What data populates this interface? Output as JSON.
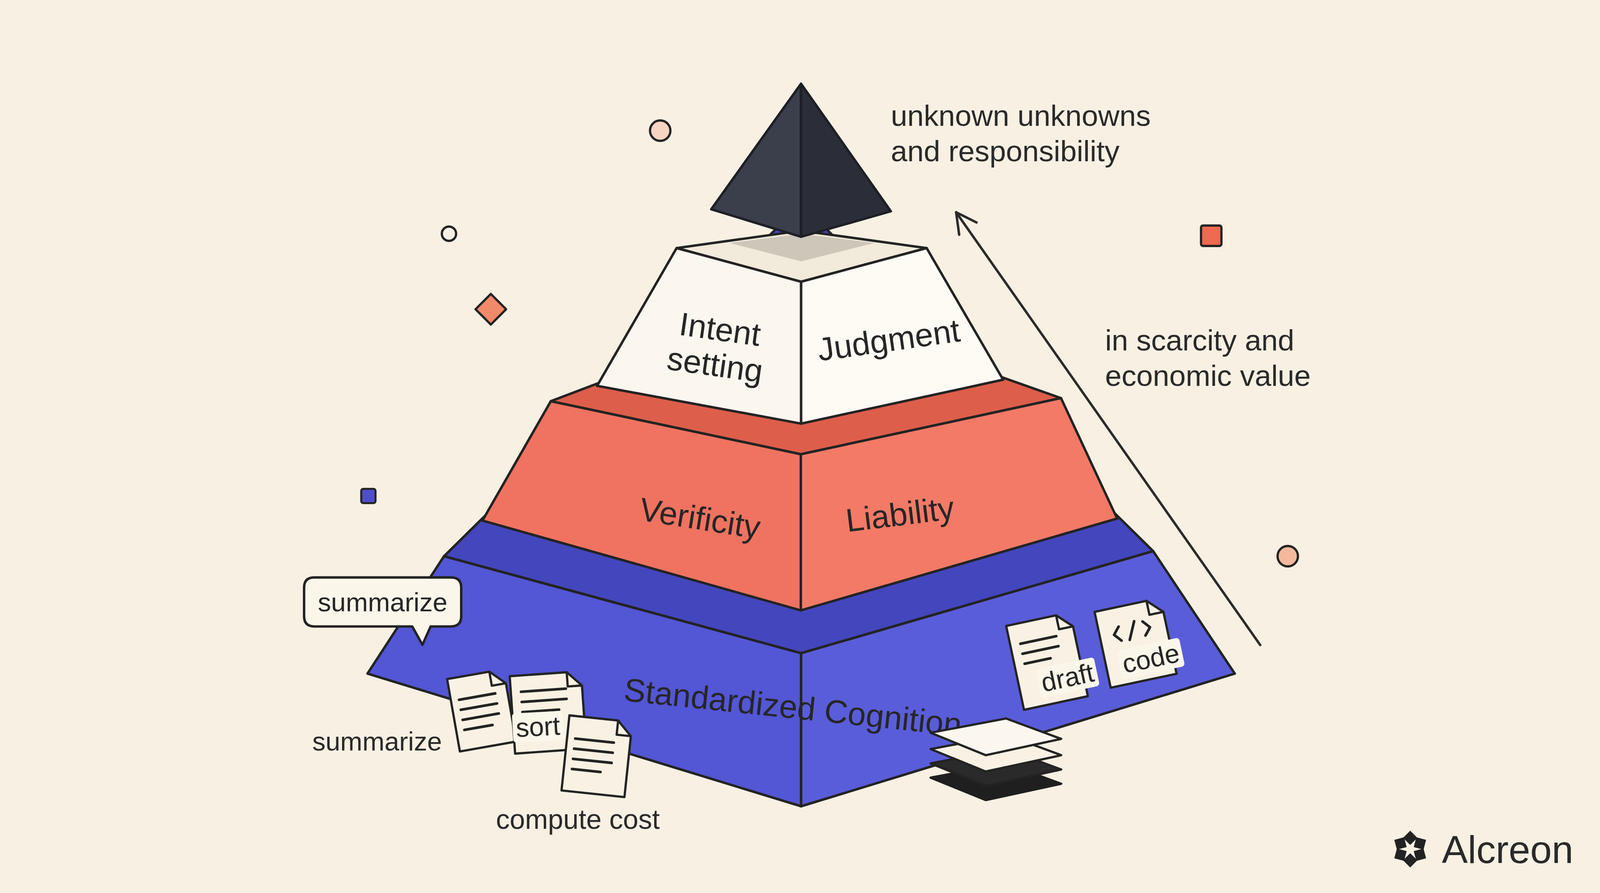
{
  "diagram": {
    "nodes": [
      {
        "text": [
          "Intent setting",
          "Judgment"
        ]
      },
      {
        "text": [
          "Verificity",
          "Liability"
        ]
      },
      {
        "text": [
          "Standardized Cognition"
        ]
      },
      {
        "text": [
          "summarize"
        ]
      },
      {
        "text": [
          "sort"
        ]
      },
      {
        "text": [
          "draft"
        ],
        "in": 2
      },
      {
        "text": [
          "code"
        ],
        "in": 2
      }
    ],
    "labels": [
      "unknown unknowns and responsibility",
      "in scarcity and economic value",
      "summarize",
      "compute cost",
      "Alcreon"
    ]
  }
}
